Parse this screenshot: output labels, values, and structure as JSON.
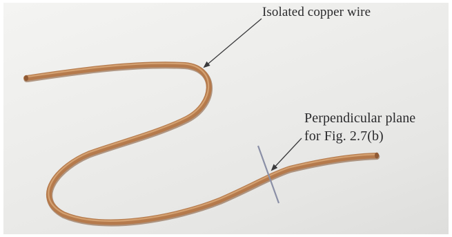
{
  "labels": {
    "wire": "Isolated copper wire",
    "plane_line1": "Perpendicular plane",
    "plane_line2": "for Fig. 2.7(b)"
  },
  "colors": {
    "wire": "#b57a4c",
    "wire_highlight": "#d9a878",
    "wire_shadow": "#7e4e2c",
    "plane": "#8a8fa6",
    "arrow": "#3a3a3c",
    "text": "#2a2a2c"
  }
}
